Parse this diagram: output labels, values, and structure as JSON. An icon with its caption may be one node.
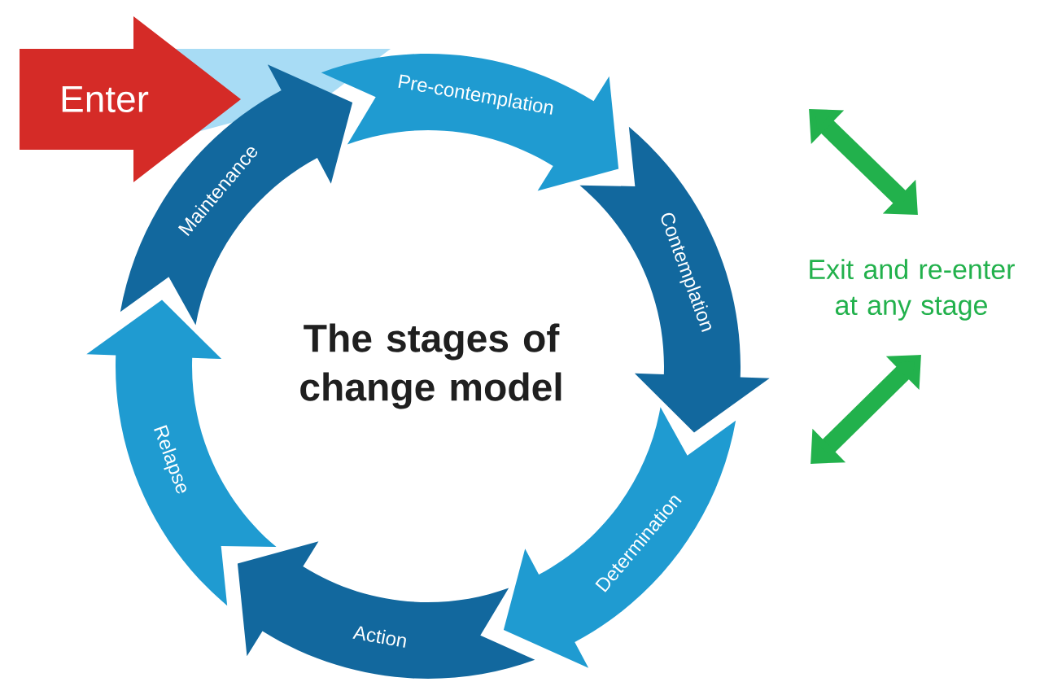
{
  "diagram": {
    "title": "The stages of change model",
    "nodes": [
      {
        "text": [
          "Enter"
        ]
      },
      {
        "text": [
          "Pre-contemplation"
        ]
      },
      {
        "text": [
          "Contemplation"
        ]
      },
      {
        "text": [
          "Determination"
        ]
      },
      {
        "text": [
          "Action"
        ]
      },
      {
        "text": [
          "Relapse"
        ]
      },
      {
        "text": [
          "Maintenance"
        ]
      }
    ],
    "labels": [
      "Exit and re-enter at any stage"
    ]
  }
}
